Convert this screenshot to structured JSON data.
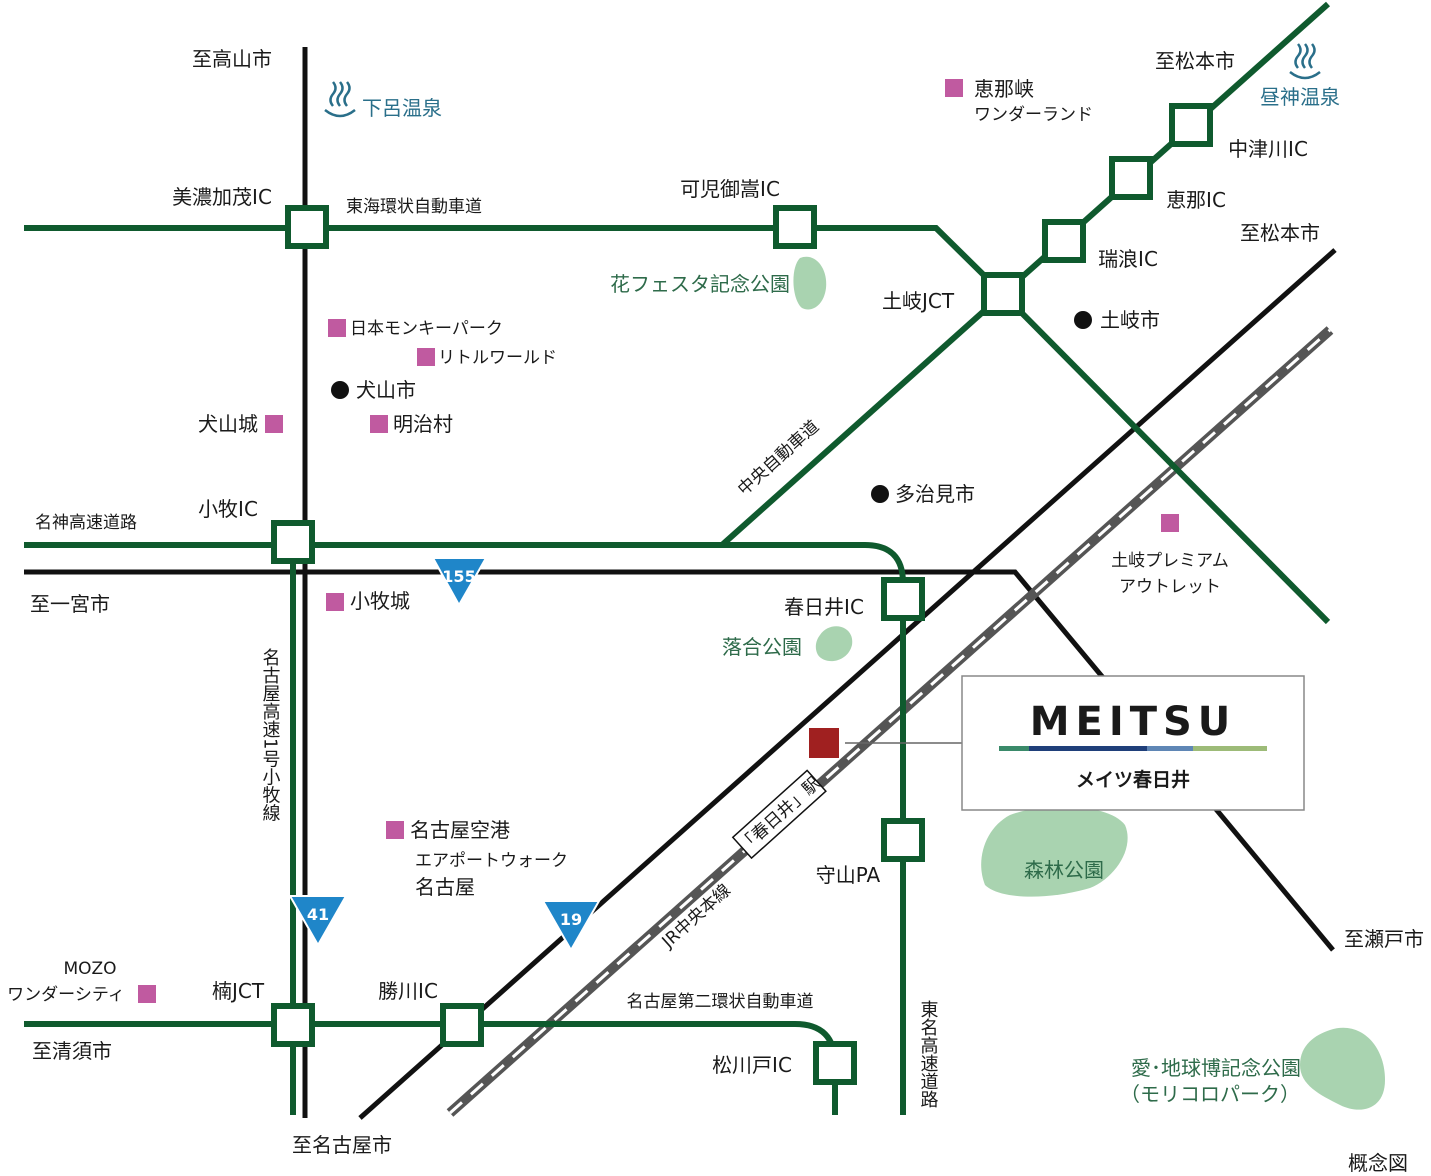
{
  "destinations": {
    "takayama": "至高山市",
    "matsumoto_top": "至松本市",
    "matsumoto_mid": "至松本市",
    "ichinomiya": "至一宮市",
    "kiyosu": "至清須市",
    "nagoya": "至名古屋市",
    "seto": "至瀬戸市"
  },
  "onsen": {
    "gero": "下呂温泉",
    "hirugami": "昼神温泉"
  },
  "interchanges": {
    "minokamo": "美濃加茂IC",
    "kanimitake": "可児御嵩IC",
    "nakatsugawa": "中津川IC",
    "ena": "恵那IC",
    "mizunami": "瑞浪IC",
    "toki_jct": "土岐JCT",
    "komaki": "小牧IC",
    "kasugai": "春日井IC",
    "moriyama_pa": "守山PA",
    "kusunoki_jct": "楠JCT",
    "kachigawa": "勝川IC",
    "matsukawado": "松川戸IC"
  },
  "roads": {
    "tokai_kanjo": "東海環状自動車道",
    "chuo": "中央自動車道",
    "meishin": "名神高速道路",
    "nagoya_1": "名古屋高速1号小牧線",
    "nagoya_daini": "名古屋第二環状自動車道",
    "tomei": "東名高速道路",
    "jr_chuo": "JR中央本線"
  },
  "route_numbers": {
    "r155": "155",
    "r41": "41",
    "r19": "19"
  },
  "cities": {
    "toki": "土岐市",
    "inuyama": "犬山市",
    "tajimi": "多治見市"
  },
  "spots": {
    "ena_kyo_1": "恵那峡",
    "ena_kyo_2": "ワンダーランド",
    "monkey_park": "日本モンキーパーク",
    "little_world": "リトルワールド",
    "inuyama_castle": "犬山城",
    "meiji_mura": "明治村",
    "toki_outlet_1": "土岐プレミアム",
    "toki_outlet_2": "アウトレット",
    "komaki_castle": "小牧城",
    "airport_1": "名古屋空港",
    "airport_2": "エアポートウォーク",
    "airport_3": "名古屋",
    "mozo_1": "MOZO",
    "mozo_2": "ワンダーシティ"
  },
  "parks": {
    "hana_festa": "花フェスタ記念公園",
    "ochiai": "落合公園",
    "shinrin": "森林公園",
    "expo_1": "愛･地球博記念公園",
    "expo_2": "（モリコロパーク）"
  },
  "station": "「春日井」駅",
  "property": {
    "brand": "MEITSU",
    "name": "メイツ春日井"
  },
  "note": "概念図",
  "colors": {
    "expressway": "#0f5a2e",
    "road": "#111111",
    "spot": "#c05aa0",
    "park_fill": "#a9d3b0",
    "route_sign": "#1f86c9",
    "property": "#a02020",
    "onsen": "#2a6f8a"
  }
}
